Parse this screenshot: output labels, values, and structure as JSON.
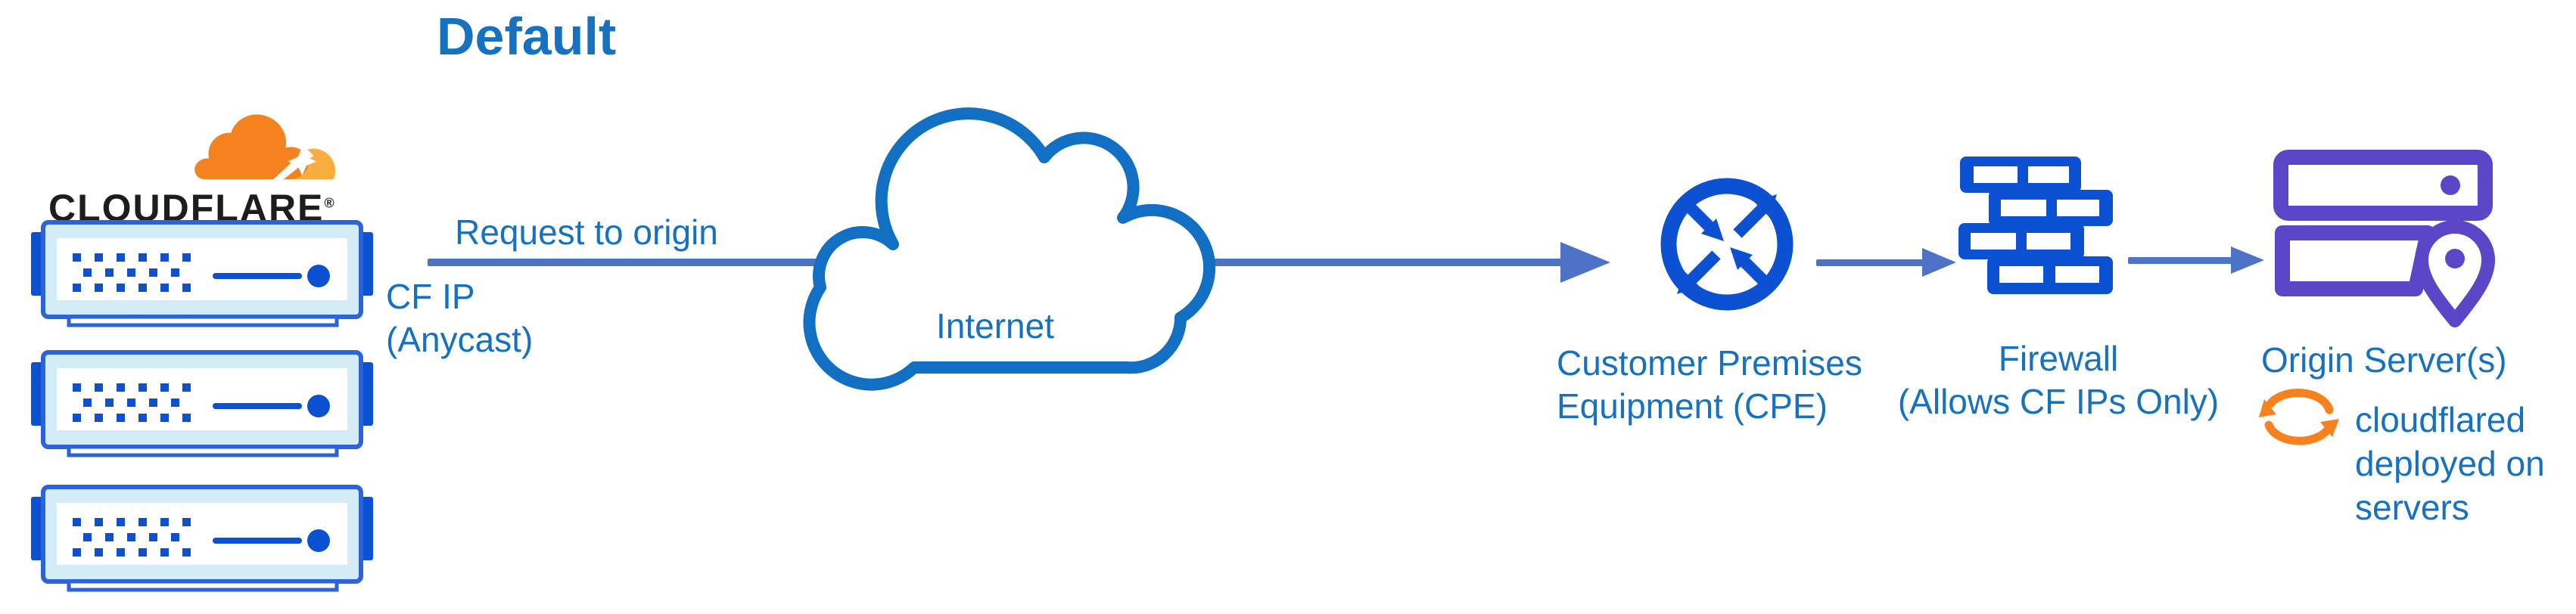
{
  "title": "Default",
  "logo": {
    "brand": "CLOUDFLARE",
    "registered": "®"
  },
  "flow": {
    "request_label": "Request to origin",
    "cf_ip": [
      "CF IP",
      "(Anycast)"
    ],
    "internet_label": "Internet",
    "cpe_label": [
      "Customer Premises",
      "Equipment (CPE)"
    ],
    "firewall_label": [
      "Firewall",
      "(Allows CF IPs Only)"
    ],
    "origin_label": "Origin Server(s)",
    "cloudflared_note": [
      "cloudflared",
      "deployed on",
      "servers"
    ]
  },
  "icons": {
    "cloudflare_logo": "orange-cloud-logo",
    "edge_servers": "server-stack-x3",
    "internet": "cloud-outline",
    "cpe": "circled-exchange-arrows",
    "firewall": "brick-wall",
    "origin": "server-rack-with-location-pin",
    "cloudflared": "orange-sync-arrows"
  },
  "colors": {
    "blue_text": "#1672C1",
    "cloud_blue": "#1170C4",
    "icon_blue": "#0D51D3",
    "unit_blue": "#2B63D9",
    "pale_blue": "#D4ECF5",
    "arrow_blue": "#4C73C6",
    "purple": "#5B46C8",
    "orange": "#F6821F",
    "orange_light": "#FAAD3F",
    "wordmark": "#1D1D1D"
  }
}
